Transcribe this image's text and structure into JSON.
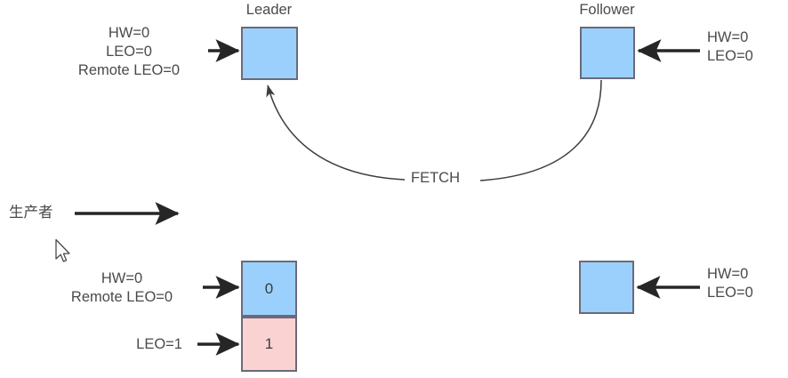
{
  "diagram": {
    "title_leader": "Leader",
    "title_follower": "Follower",
    "producer_label": "生产者",
    "fetch_label": "FETCH",
    "colors": {
      "box_blue": "#9bd0fc",
      "box_pink": "#fbd2d2",
      "box_border": "#6a6a78",
      "text": "#4a4a4a",
      "arrow": "#262626",
      "curve": "#3d3d3d",
      "background": "#ffffff"
    },
    "top_row": {
      "leader_annotation": {
        "line1": "HW=0",
        "line2": "LEO=0",
        "line3": "Remote LEO=0"
      },
      "follower_annotation": {
        "line1": "HW=0",
        "line2": "LEO=0"
      }
    },
    "bottom_row": {
      "leader_annotation_upper": {
        "line1": "HW=0",
        "line2": "Remote LEO=0"
      },
      "leader_annotation_lower": {
        "line1": "LEO=1"
      },
      "leader_cells": [
        {
          "value": "0",
          "fill": "blue"
        },
        {
          "value": "1",
          "fill": "pink"
        }
      ],
      "follower_annotation": {
        "line1": "HW=0",
        "line2": "LEO=0"
      }
    }
  }
}
